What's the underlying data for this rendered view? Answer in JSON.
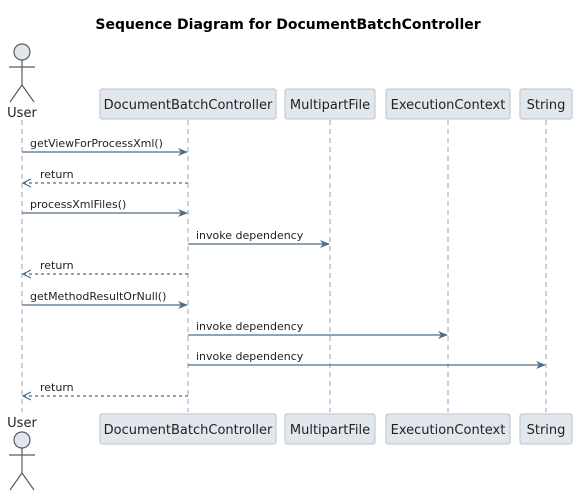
{
  "title": "Sequence Diagram for DocumentBatchController",
  "actor": {
    "name": "User"
  },
  "participants": [
    {
      "id": "controller",
      "name": "DocumentBatchController"
    },
    {
      "id": "multipart",
      "name": "MultipartFile"
    },
    {
      "id": "execution",
      "name": "ExecutionContext"
    },
    {
      "id": "string",
      "name": "String"
    }
  ],
  "messages": [
    {
      "from": "user",
      "to": "controller",
      "label": "getViewForProcessXml()",
      "reply": false
    },
    {
      "from": "controller",
      "to": "user",
      "label": "return",
      "reply": true
    },
    {
      "from": "user",
      "to": "controller",
      "label": "processXmlFiles()",
      "reply": false
    },
    {
      "from": "controller",
      "to": "multipart",
      "label": "invoke dependency",
      "reply": false
    },
    {
      "from": "controller",
      "to": "user",
      "label": "return",
      "reply": true
    },
    {
      "from": "user",
      "to": "controller",
      "label": "getMethodResultOrNull()",
      "reply": false
    },
    {
      "from": "controller",
      "to": "execution",
      "label": "invoke dependency",
      "reply": false
    },
    {
      "from": "controller",
      "to": "string",
      "label": "invoke dependency",
      "reply": false
    },
    {
      "from": "controller",
      "to": "user",
      "label": "return",
      "reply": true
    }
  ]
}
